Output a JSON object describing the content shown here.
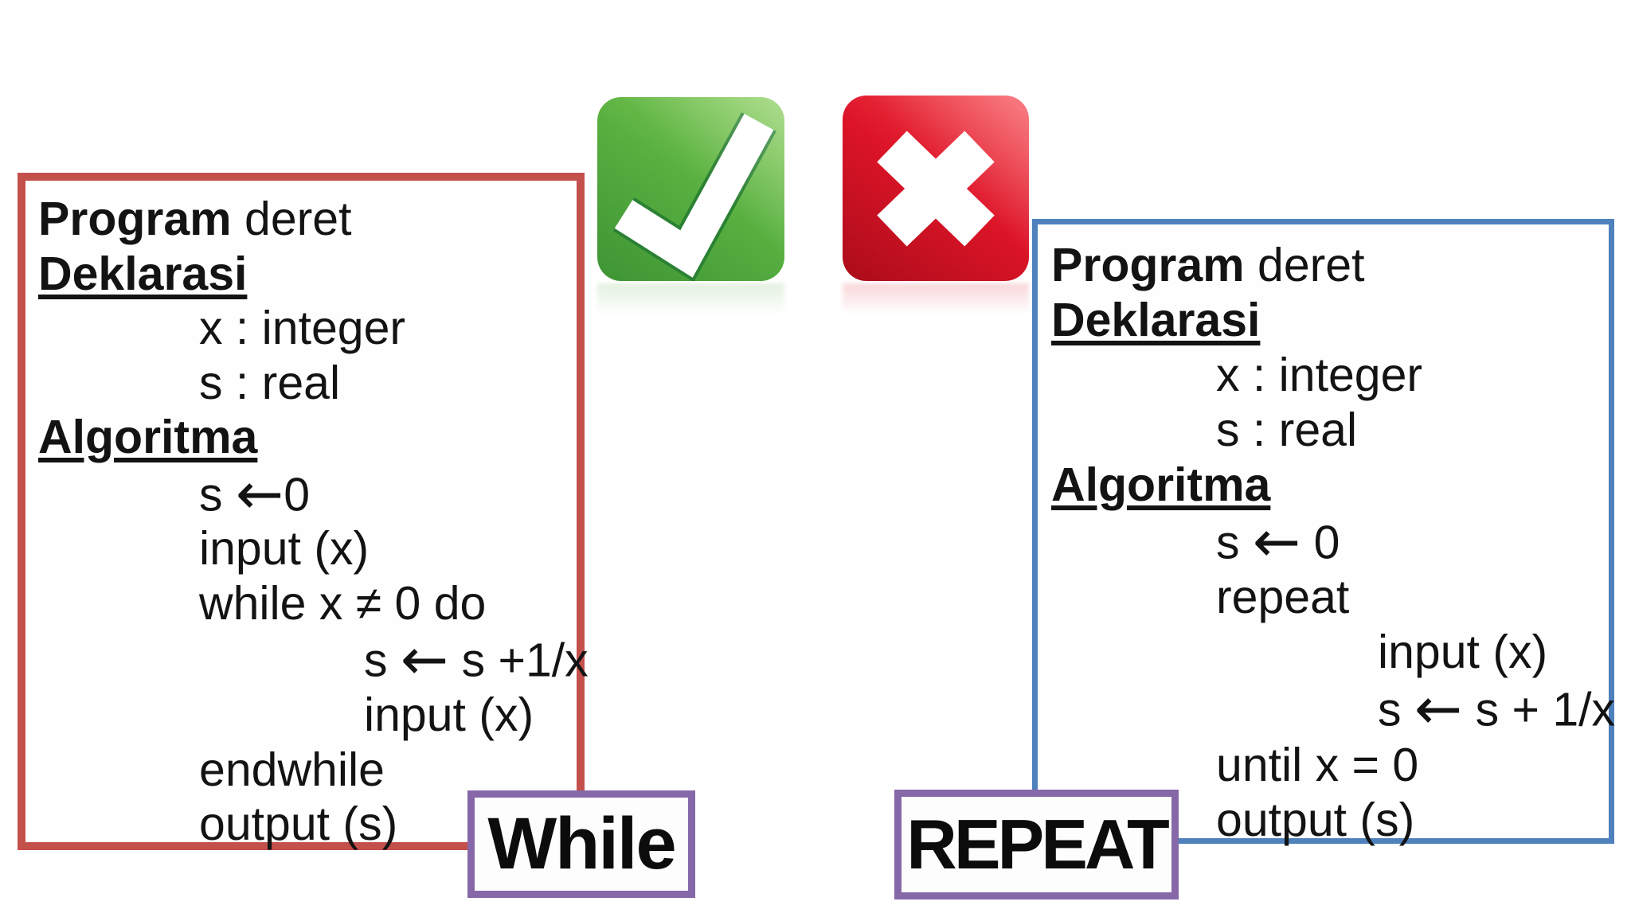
{
  "slide": {
    "background_color": "#ffffff",
    "text_color": "#131313",
    "label_box_border_color": "#8668a8",
    "icons": {
      "check": {
        "name": "check-icon",
        "meaning": "correct",
        "color_main": "#58b040",
        "color_dark": "#3e9434",
        "color_light": "#8ccf5e",
        "mark_color": "#ffffff"
      },
      "cross": {
        "name": "cross-icon",
        "meaning": "wrong",
        "color_main": "#dd1428",
        "color_dark": "#ab0c1b",
        "color_light": "#f4444d",
        "mark_color": "#ffffff"
      }
    },
    "left_panel": {
      "label": "While",
      "border_color": "#c4504c",
      "lines": [
        {
          "indent": 0,
          "seg": [
            {
              "t": "Program",
              "b": true
            },
            {
              "t": " deret"
            }
          ]
        },
        {
          "indent": 0,
          "seg": [
            {
              "t": "Deklarasi",
              "b": true,
              "u": true
            }
          ]
        },
        {
          "indent": 1,
          "seg": [
            {
              "t": "x : integer"
            }
          ]
        },
        {
          "indent": 1,
          "seg": [
            {
              "t": "s : real"
            }
          ]
        },
        {
          "indent": 0,
          "seg": [
            {
              "t": "Algoritma",
              "b": true,
              "u": true
            }
          ]
        },
        {
          "indent": 1,
          "seg": [
            {
              "t": "s "
            },
            {
              "t": "←",
              "a": true
            },
            {
              "t": "0"
            }
          ]
        },
        {
          "indent": 1,
          "seg": [
            {
              "t": "input (x)"
            }
          ]
        },
        {
          "indent": 1,
          "seg": [
            {
              "t": "while x ≠ 0 do"
            }
          ]
        },
        {
          "indent": 2,
          "seg": [
            {
              "t": "s "
            },
            {
              "t": "←",
              "a": true
            },
            {
              "t": " s +1/x"
            }
          ]
        },
        {
          "indent": 2,
          "seg": [
            {
              "t": "input (x)"
            }
          ]
        },
        {
          "indent": 1,
          "seg": [
            {
              "t": "endwhile"
            }
          ]
        },
        {
          "indent": 1,
          "seg": [
            {
              "t": "output (s)"
            }
          ]
        }
      ]
    },
    "right_panel": {
      "label": "REPEAT",
      "border_color": "#4f81bd",
      "lines": [
        {
          "indent": 0,
          "seg": [
            {
              "t": "Program",
              "b": true
            },
            {
              "t": " deret"
            }
          ]
        },
        {
          "indent": 0,
          "seg": [
            {
              "t": "Deklarasi",
              "b": true,
              "u": true
            }
          ]
        },
        {
          "indent": 1,
          "seg": [
            {
              "t": "x : integer"
            }
          ]
        },
        {
          "indent": 1,
          "seg": [
            {
              "t": "s : real"
            }
          ]
        },
        {
          "indent": 0,
          "seg": [
            {
              "t": "Algoritma",
              "b": true,
              "u": true
            }
          ]
        },
        {
          "indent": 1,
          "seg": [
            {
              "t": "s "
            },
            {
              "t": "←",
              "a": true
            },
            {
              "t": " 0"
            }
          ]
        },
        {
          "indent": 1,
          "seg": [
            {
              "t": "repeat"
            }
          ]
        },
        {
          "indent": 2,
          "seg": [
            {
              "t": "input (x)"
            }
          ]
        },
        {
          "indent": 2,
          "seg": [
            {
              "t": "s "
            },
            {
              "t": "←",
              "a": true
            },
            {
              "t": " s + 1/x"
            }
          ]
        },
        {
          "indent": 1,
          "seg": [
            {
              "t": "until x = 0"
            }
          ]
        },
        {
          "indent": 1,
          "seg": [
            {
              "t": "output (s)"
            }
          ]
        }
      ]
    }
  }
}
